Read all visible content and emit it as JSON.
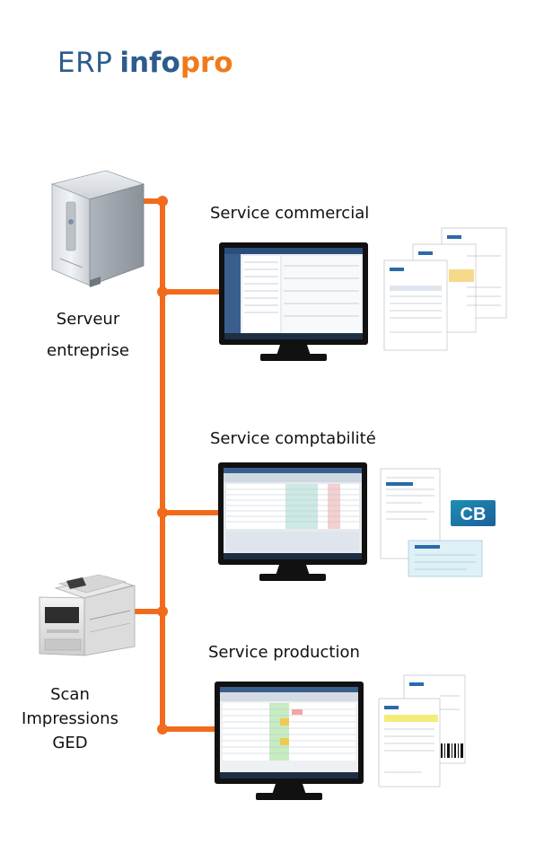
{
  "logo": {
    "part1": "ERP",
    "part2": "info",
    "part3": "pro"
  },
  "server": {
    "line1": "Serveur",
    "line2": "entreprise"
  },
  "printer": {
    "line1": "Scan",
    "line2": "Impressions",
    "line3": "GED"
  },
  "services": [
    {
      "label": "Service commercial"
    },
    {
      "label": "Service comptabilité"
    },
    {
      "label": "Service production"
    }
  ],
  "colors": {
    "connector": "#f26b1d",
    "brand_blue": "#2d5c8c",
    "brand_orange": "#f07a1a"
  }
}
